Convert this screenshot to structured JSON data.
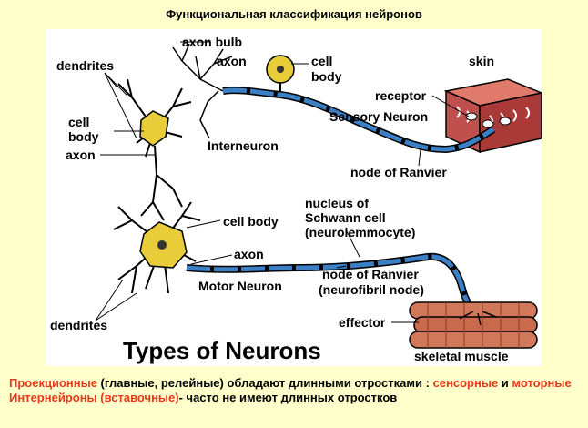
{
  "title": "Функциональная  классификация нейронов",
  "figure": {
    "heading": "Types of Neurons",
    "labels": {
      "axon_bulb": "axon bulb",
      "dendrites_top": "dendrites",
      "axon_sensory": "axon",
      "cell_body_sensory_1": "cell",
      "cell_body_sensory_2": "body",
      "skin": "skin",
      "receptor": "receptor",
      "sensory_neuron": "Sensory Neuron",
      "cell_body_inter_1": "cell",
      "cell_body_inter_2": "body",
      "axon_inter": "axon",
      "interneuron": "Interneuron",
      "node_ranvier_1": "node of Ranvier",
      "nucleus_schwann_1": "nucleus of",
      "nucleus_schwann_2": "Schwann cell",
      "nucleus_schwann_3": "(neurolemmocyte)",
      "cell_body_motor": "cell body",
      "axon_motor": "axon",
      "node_ranvier_2": "node of Ranvier",
      "neurofibril_node": "(neurofibril node)",
      "motor_neuron": "Motor Neuron",
      "effector": "effector",
      "dendrites_bottom": "dendrites",
      "skeletal_muscle": "skeletal muscle"
    }
  },
  "description": {
    "line1_a": "Проекционные",
    "line1_b": " (главные, релейные) обладают длинными отростками : ",
    "line1_c": "сенсорные",
    "line1_d": " и ",
    "line1_e": "моторные",
    "line2_a": "Интернейроны (вставочные)",
    "line2_b": "- часто не имеют длинных отростков"
  },
  "colors": {
    "background": "#FFFFCC",
    "accent": "#E8391B",
    "axon": "#3B7FC4",
    "cell_body": "#E8CC3A",
    "skin": "#C0504D"
  }
}
